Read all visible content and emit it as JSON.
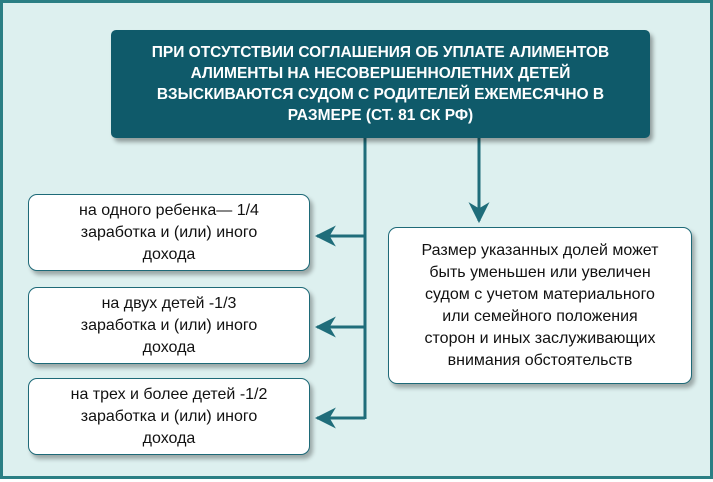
{
  "header": {
    "lines": [
      "ПРИ ОТСУТСТВИИ СОГЛАШЕНИЯ ОБ УПЛАТЕ АЛИМЕНТОВ",
      "АЛИМЕНТЫ НА НЕСОВЕРШЕННОЛЕТНИХ ДЕТЕЙ",
      "ВЗЫСКИВАЮТСЯ СУДОМ С РОДИТЕЛЕЙ ЕЖЕМЕСЯЧНО В",
      "РАЗМЕРЕ (СТ. 81 СК РФ)"
    ]
  },
  "left_boxes": [
    {
      "lines": [
        "на одного ребенка— 1/4",
        "заработка и (или) иного",
        "дохода"
      ]
    },
    {
      "lines": [
        "на двух детей -1/3",
        "заработка и (или) иного",
        "дохода"
      ]
    },
    {
      "lines": [
        "на трех и более детей -1/2",
        "заработка и (или) иного",
        "дохода"
      ]
    }
  ],
  "right_box": {
    "lines": [
      "Размер указанных долей может",
      "быть уменьшен или увеличен",
      "судом с учетом материального",
      "или семейного положения",
      "сторон и иных заслуживающих",
      "внимания обстоятельств"
    ]
  },
  "colors": {
    "header_bg": "#0f5a6a",
    "connector": "#1f6d7a",
    "background": "#ddf0ef",
    "frame_border": "#2a7f84"
  }
}
